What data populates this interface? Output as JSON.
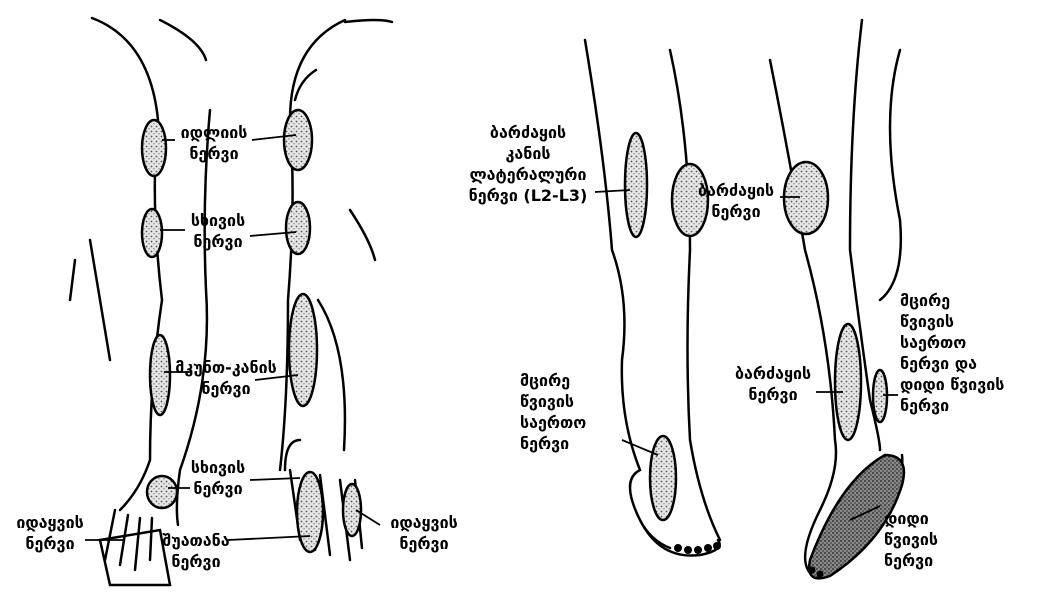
{
  "labels": {
    "front_top": [
      "იდლიის",
      "ნერვი"
    ],
    "front_mid": [
      "სხივის",
      "ნერვი"
    ],
    "front_musculo": [
      "მკუნთ-კანის",
      "ნერვი"
    ],
    "front_lower": [
      "სხივის",
      "ნერვი"
    ],
    "front_ulnar_left": [
      "იდაყვის",
      "ნერვი"
    ],
    "front_median": [
      "შუათანა",
      "ნერვი"
    ],
    "front_ulnar_right": [
      "იდაყვის",
      "ნერვი"
    ],
    "thigh_lateral": [
      "ბარძაყის",
      "კანის",
      "ლატერალური",
      "ნერვი (L2-L3)"
    ],
    "thigh_femoral": [
      "ბარძაყის",
      "ნერვი"
    ],
    "leg_peroneal_left": [
      "მცირე",
      "წვივის",
      "საერთო",
      "ნერვი"
    ],
    "leg_femoral_lower": [
      "ბარძაყის",
      "ნერვი"
    ],
    "leg_right_group": [
      "მცირე",
      "წვივის",
      "საერთო",
      "ნერვი და",
      "დიდი წვივის",
      "ნერვი"
    ],
    "leg_tibial": [
      "დიდი",
      "წვივის",
      "ნერვი"
    ]
  },
  "colors": {
    "ink": "#000000",
    "shade": "#b8b8b8"
  }
}
